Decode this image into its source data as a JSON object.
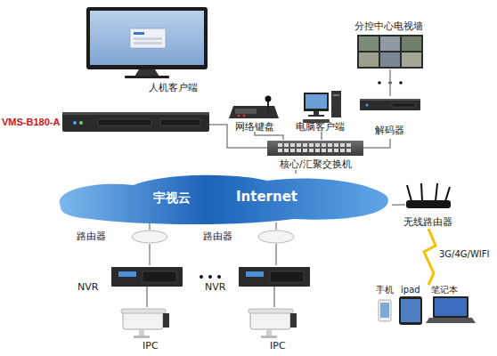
{
  "diagram": {
    "nodes": [
      {
        "text": [
          "人机客户端"
        ]
      },
      {
        "text": [
          "VMS-B180-A"
        ]
      },
      {
        "text": [
          "网络键盘"
        ]
      },
      {
        "text": [
          "电脑客户端"
        ]
      },
      {
        "text": [
          "分控中心电视墙"
        ]
      },
      {
        "text": [
          "解码器"
        ]
      },
      {
        "text": [
          "核心/汇聚交换机"
        ]
      },
      {
        "text": [
          "宇视云",
          "Internet"
        ]
      },
      {
        "text": [
          "无线路由器"
        ]
      },
      {
        "text": [
          "手机",
          "ipad",
          "笔记本"
        ]
      },
      {
        "text": [
          "路由器"
        ]
      },
      {
        "text": [
          "路由器"
        ]
      },
      {
        "text": [
          "NVR"
        ]
      },
      {
        "text": [
          "NVR"
        ]
      },
      {
        "text": [
          "IPC"
        ]
      },
      {
        "text": [
          "IPC"
        ]
      }
    ],
    "edges": [
      {
        "from": 1,
        "to": 6,
        "arrow": "none"
      },
      {
        "from": 2,
        "to": 6,
        "arrow": "none"
      },
      {
        "from": 3,
        "to": 6,
        "arrow": "none"
      },
      {
        "from": 5,
        "to": 6,
        "arrow": "none"
      },
      {
        "from": 5,
        "to": 4,
        "arrow": "none"
      },
      {
        "from": 6,
        "to": 7,
        "arrow": "none"
      },
      {
        "from": 7,
        "to": 8,
        "arrow": "none"
      },
      {
        "from": 8,
        "to": 9,
        "label": "3G/4G/WIFI",
        "arrow": "none"
      },
      {
        "from": 7,
        "to": 10,
        "arrow": "none"
      },
      {
        "from": 7,
        "to": 11,
        "arrow": "none"
      },
      {
        "from": 10,
        "to": 12,
        "arrow": "none"
      },
      {
        "from": 11,
        "to": 13,
        "arrow": "none"
      },
      {
        "from": 12,
        "to": 14,
        "arrow": "none"
      },
      {
        "from": 13,
        "to": 15,
        "arrow": "none"
      }
    ]
  }
}
